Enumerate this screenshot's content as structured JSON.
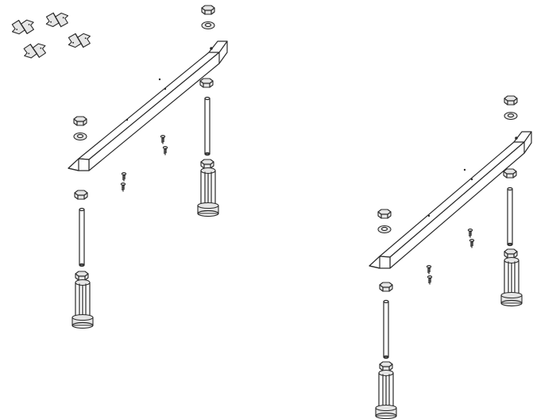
{
  "colors": {
    "line": "#2a2a2a",
    "background": "#ffffff",
    "metal": "#e6e6e6"
  },
  "parts": {
    "clip_count": 4,
    "assemblies": [
      {
        "id": "left",
        "leg_count": 2,
        "screw_count": 4
      },
      {
        "id": "right",
        "leg_count": 2,
        "screw_count": 4
      }
    ]
  }
}
